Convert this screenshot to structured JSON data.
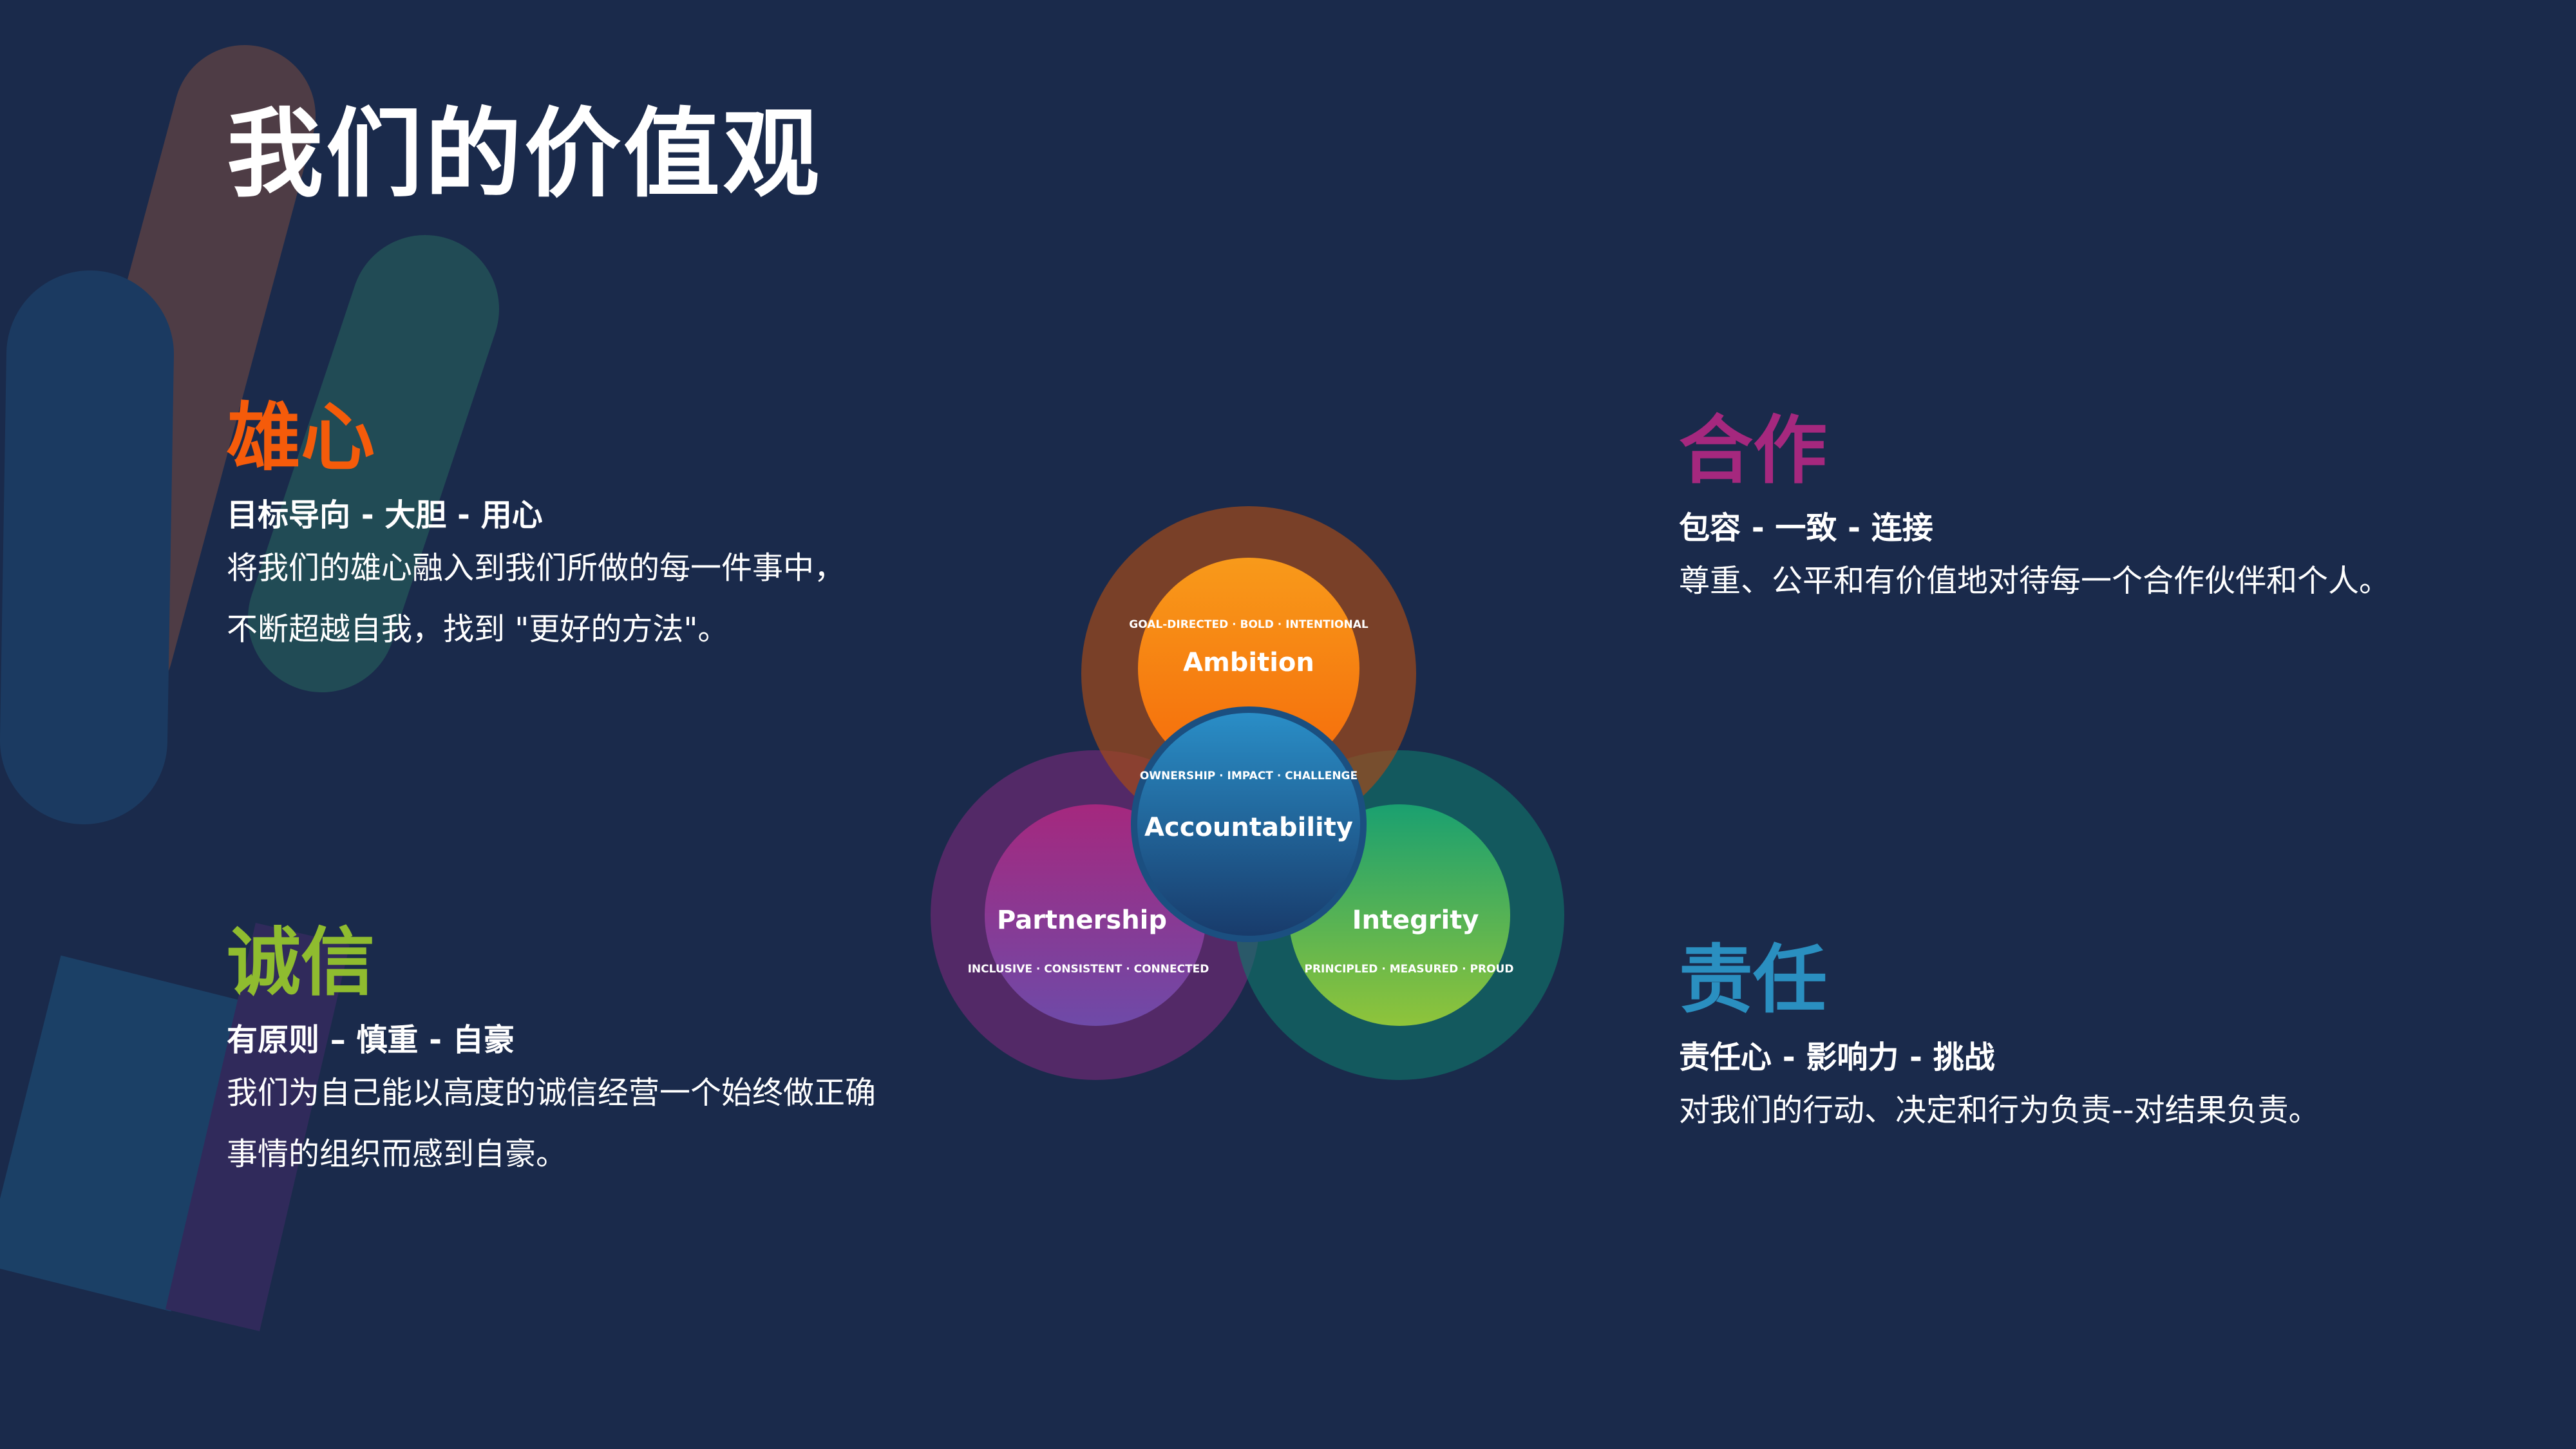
{
  "title": "我们的价值观",
  "values": {
    "ambition": {
      "heading": "雄心",
      "subtitle": "目标导向 - 大胆 - 用心",
      "body_lines": [
        "将我们的雄心融入到我们所做的每一件事中，",
        "不断超越自我，找到 \"更好的方法\"。"
      ],
      "color": "#f55b0a"
    },
    "partnership": {
      "heading": "合作",
      "subtitle": "包容 - 一致 - 连接",
      "body_lines": [
        "尊重、公平和有价值地对待每一个合作伙伴和个人。"
      ],
      "color": "#a5287e"
    },
    "integrity": {
      "heading": "诚信",
      "subtitle": "有原则 – 慎重 - 自豪",
      "body_lines": [
        "我们为自己能以高度的诚信经营一个始终做正确",
        "事情的组织而感到自豪。"
      ],
      "color": "#8fbc2f"
    },
    "accountability": {
      "heading": "责任",
      "subtitle": "责任心 - 影响力 - 挑战",
      "body_lines": [
        "对我们的行动、决定和行为负责--对结果负责。"
      ],
      "color": "#2a8fc0"
    }
  },
  "diagram": {
    "ambition": {
      "label": "Ambition",
      "ring": "GOAL-DIRECTED · BOLD · INTENTIONAL"
    },
    "accountability": {
      "label": "Accountability",
      "ring": "OWNERSHIP · IMPACT · CHALLENGE"
    },
    "partnership": {
      "label": "Partnership",
      "ring": "INCLUSIVE · CONSISTENT · CONNECTED"
    },
    "integrity": {
      "label": "Integrity",
      "ring": "PRINCIPLED · MEASURED · PROUD"
    }
  }
}
